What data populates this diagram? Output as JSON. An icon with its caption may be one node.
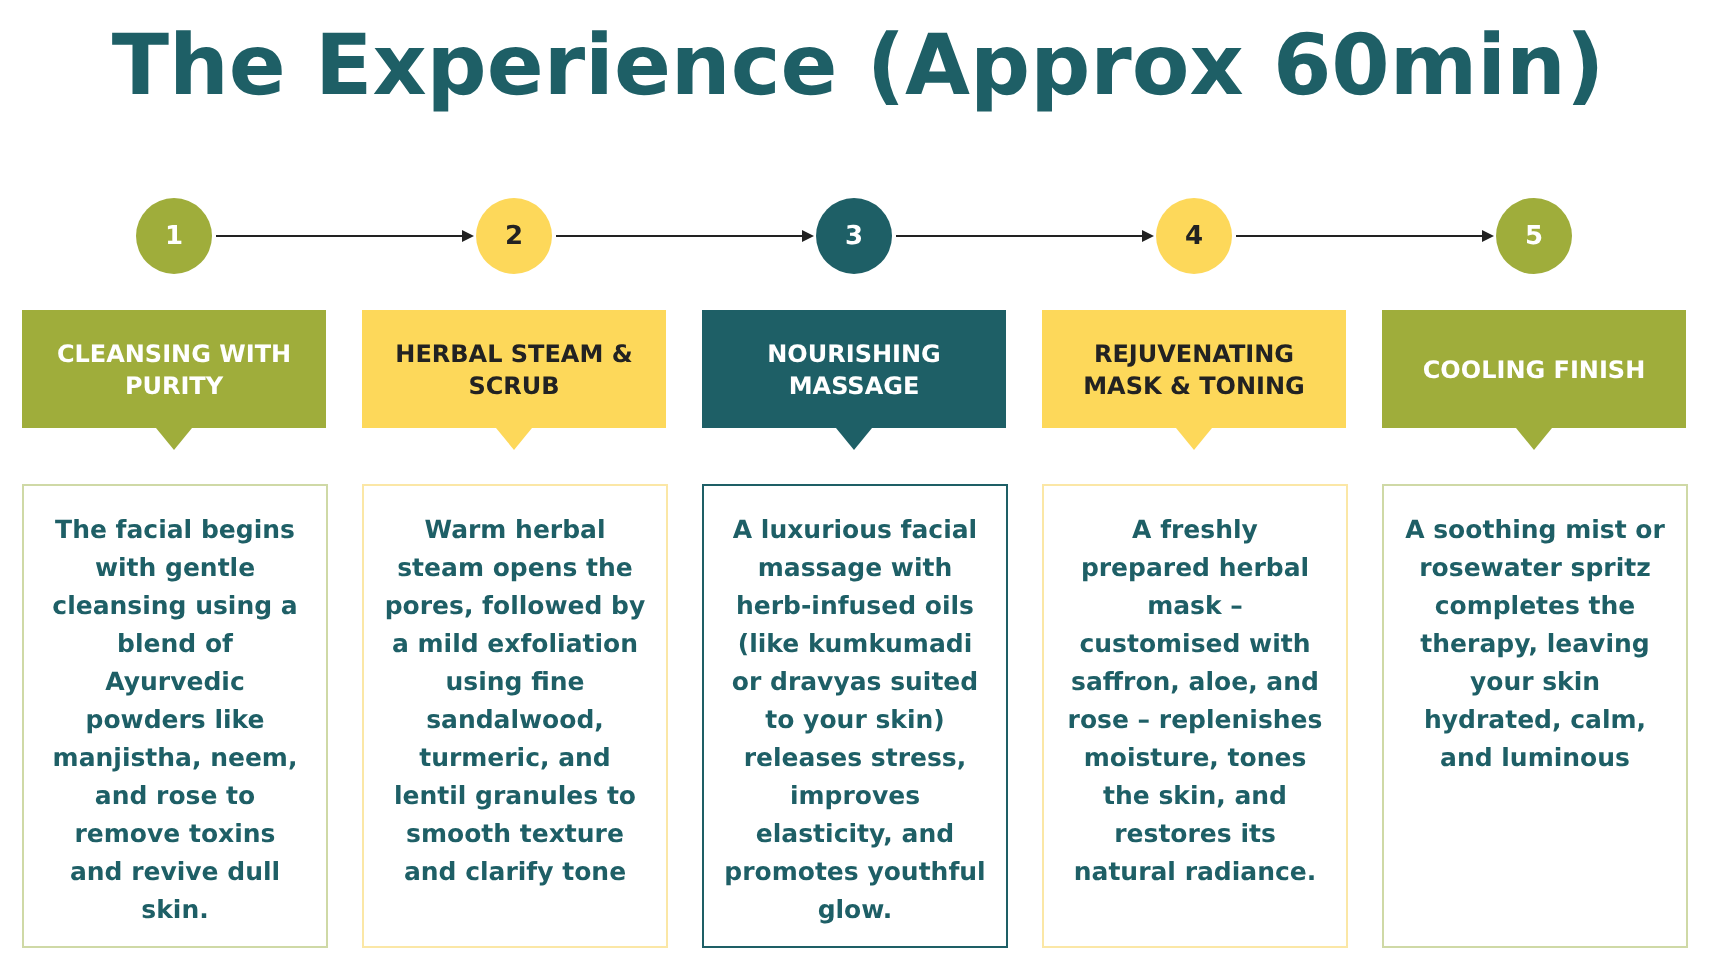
{
  "diagram": {
    "title": "The Experience (Approx 60min)",
    "nodes": [
      {
        "text": [
          "1"
        ]
      },
      {
        "text": [
          "2"
        ]
      },
      {
        "text": [
          "3"
        ]
      },
      {
        "text": [
          "4"
        ]
      },
      {
        "text": [
          "5"
        ]
      },
      {
        "text": [
          "CLEANSING WITH PURITY"
        ]
      },
      {
        "text": [
          "HERBAL STEAM & SCRUB"
        ]
      },
      {
        "text": [
          "NOURISHING MASSAGE"
        ]
      },
      {
        "text": [
          "REJUVENATING MASK & TONING"
        ]
      },
      {
        "text": [
          "COOLING FINISH"
        ]
      },
      {
        "text": [
          "The facial begins with gentle cleansing using a blend of Ayurvedic powders like manjistha, neem, and rose to remove toxins and revive dull skin."
        ]
      },
      {
        "text": [
          "Warm herbal steam opens the pores, followed by a mild exfoliation using fine sandalwood, turmeric, and lentil granules to smooth texture and clarify tone"
        ]
      },
      {
        "text": [
          "A luxurious facial massage with herb-infused oils (like kumkumadi or dravyas suited to your skin) releases stress, improves elasticity, and promotes youthful glow."
        ]
      },
      {
        "text": [
          "A freshly prepared herbal mask – customised with saffron, aloe, and rose – replenishes moisture, tones the skin, and restores its natural radiance."
        ]
      },
      {
        "text": [
          "A soothing mist or rosewater spritz completes the therapy, leaving your skin hydrated, calm, and luminous"
        ]
      }
    ],
    "edges": [
      {
        "from": 0,
        "to": 1,
        "arrow": "to"
      },
      {
        "from": 1,
        "to": 2,
        "arrow": "to"
      },
      {
        "from": 2,
        "to": 3,
        "arrow": "to"
      },
      {
        "from": 3,
        "to": 4,
        "arrow": "to"
      }
    ]
  }
}
